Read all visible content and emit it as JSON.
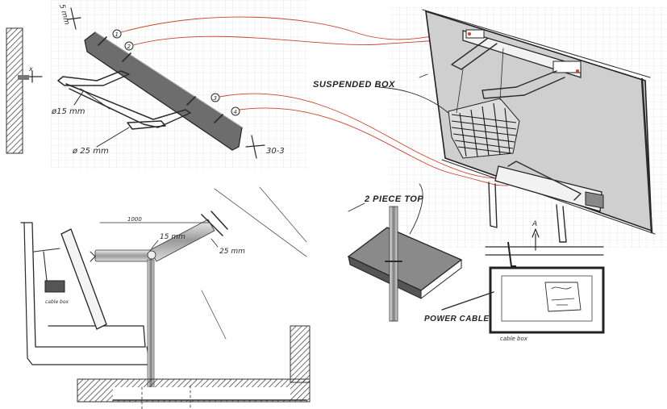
{
  "labels": {
    "dim_top": "5 mm",
    "dim_small": "3",
    "diameter_15": "ø15 mm",
    "diameter_25": "ø 25 mm",
    "dim_30": "30-3",
    "callout_1": "1",
    "callout_2": "2",
    "callout_3": "3",
    "callout_4": "4",
    "suspended_box": "SUSPENDED BOX",
    "two_piece_top": "2 PIECE TOP",
    "power_cable": "POWER CABLE",
    "cable_box_right": "cable box",
    "cable_box_left": "cable box",
    "dim_1000": "1000",
    "dim_15mm": "15 mm",
    "dim_25mm": "25 mm",
    "arrow_letter": "A"
  },
  "colors": {
    "ink": "#2b2b2b",
    "grid": "#d9d9d9",
    "panel_fill": "#cfcfcf",
    "top_fill": "#8a8a8a",
    "bracket_fill": "#6d6d6d",
    "leader_red": "#c8442a"
  }
}
